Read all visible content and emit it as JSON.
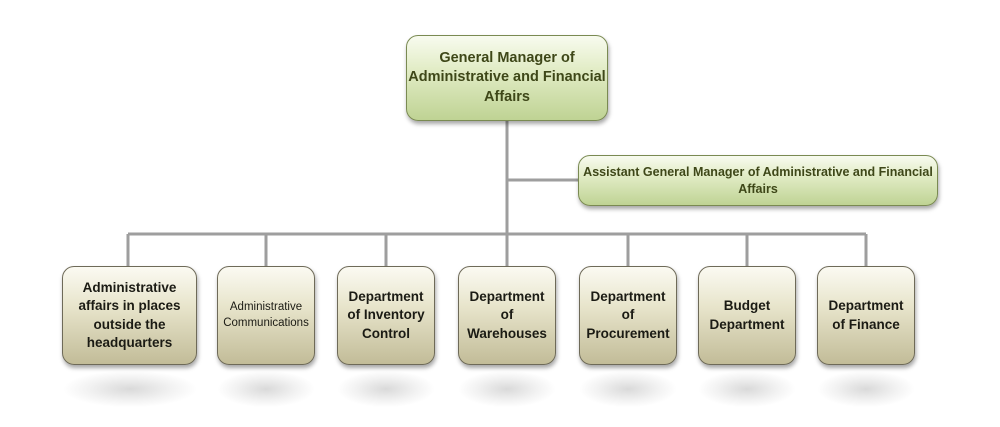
{
  "top": {
    "general_manager": "General Manager of Administrative and Financial Affairs",
    "assistant": "Assistant General Manager of Administrative and Financial Affairs"
  },
  "departments": [
    "Administrative affairs in places outside the headquarters",
    "Administrative Communications",
    "Department of Inventory Control",
    "Department of Warehouses",
    "Department of Procurement",
    "Budget Department",
    "Department of Finance"
  ],
  "colors": {
    "connector": "#9e9e9e",
    "green_box": "#d5e4b0",
    "tan_box": "#ddd9bd"
  }
}
